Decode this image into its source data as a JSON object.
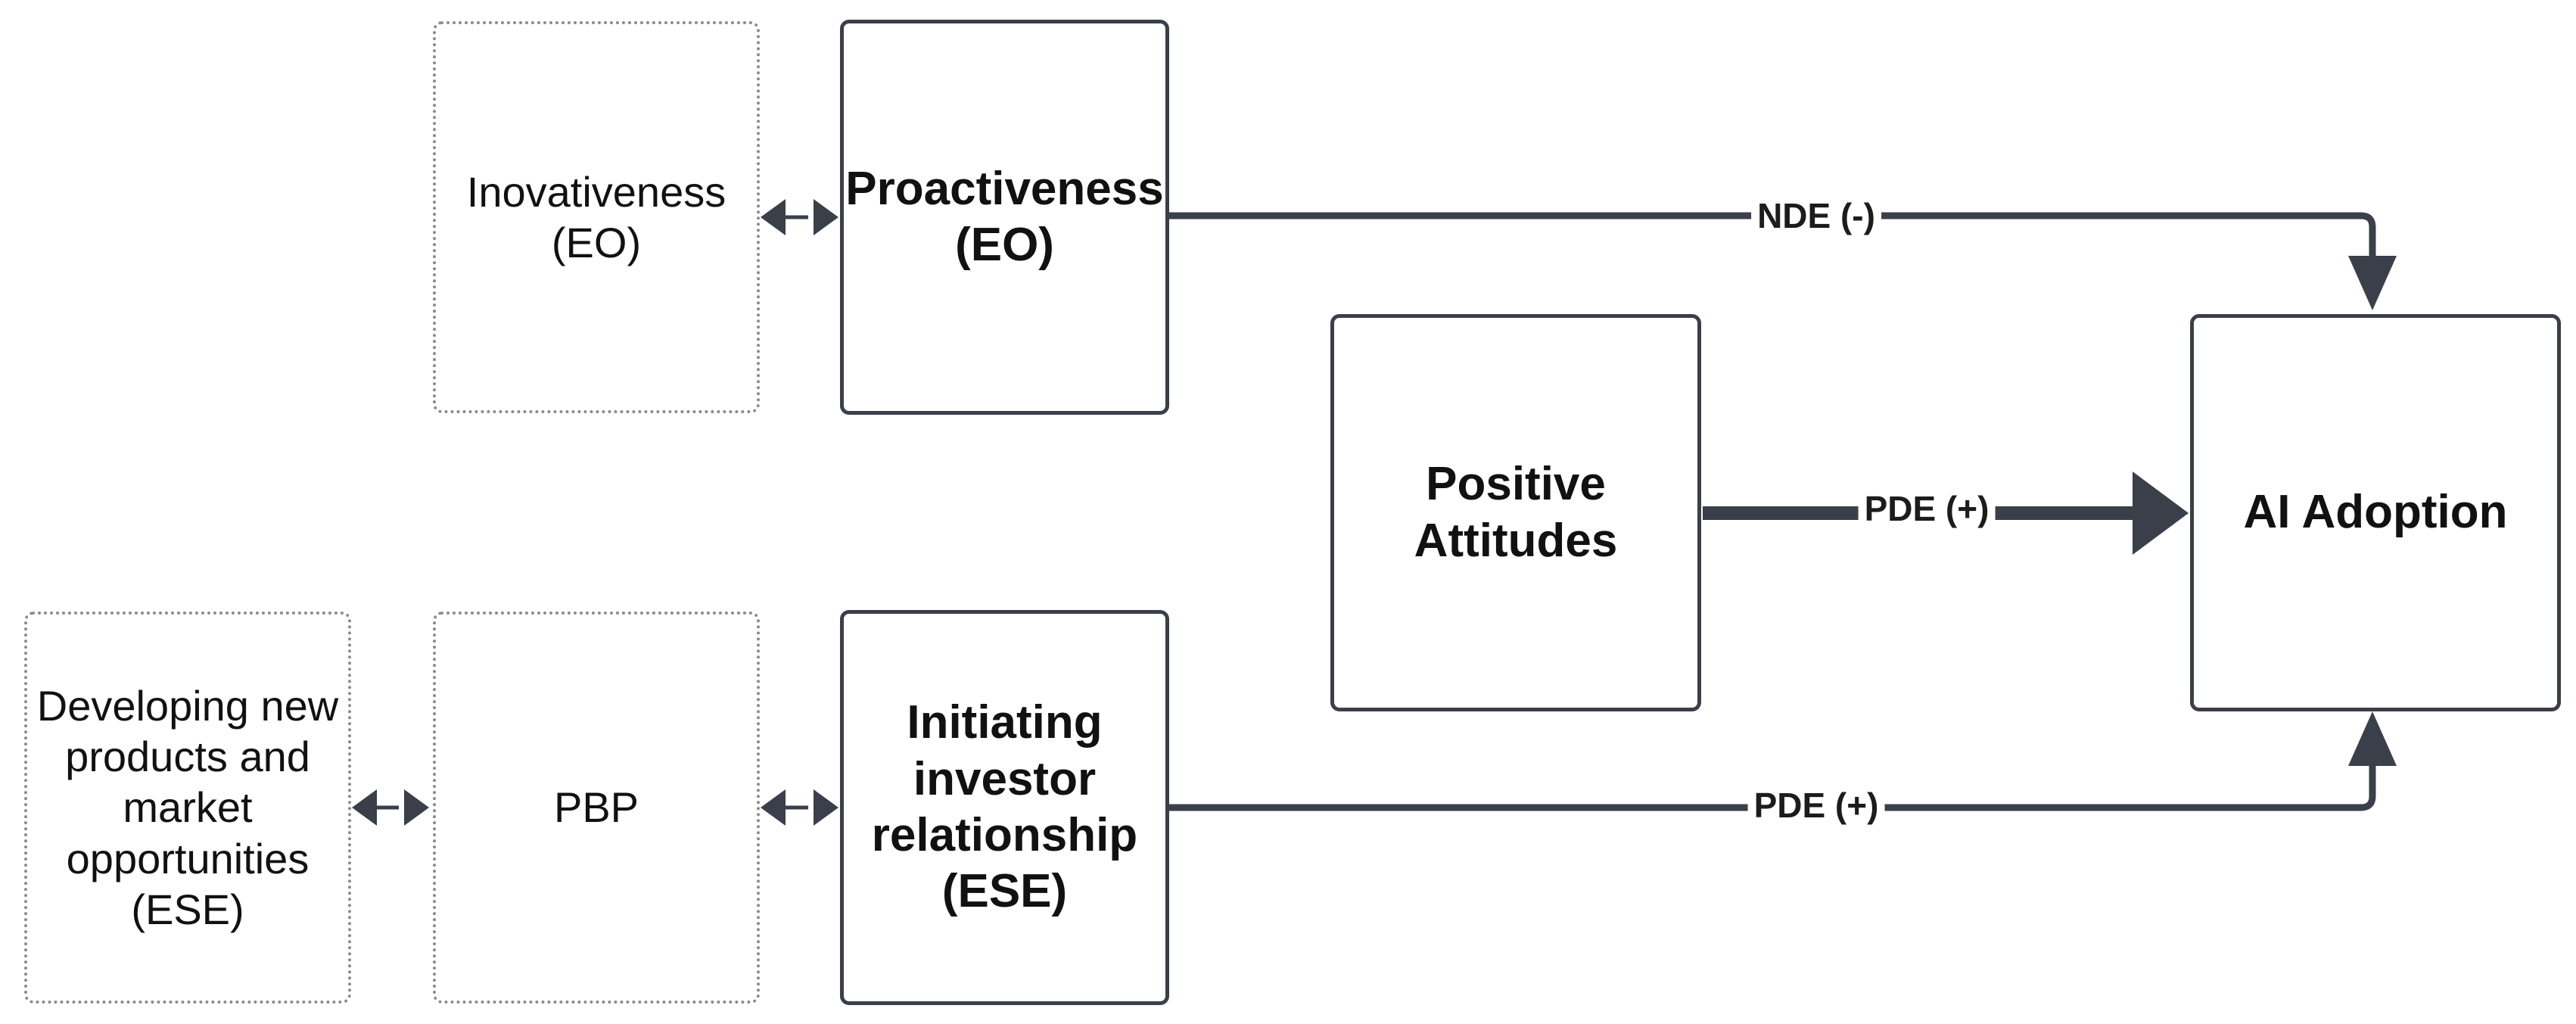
{
  "nodes": {
    "innovativeness": "Inovativeness\n(EO)",
    "proactiveness": "Proactiveness\n(EO)",
    "positive_attitudes": "Positive\nAttitudes",
    "ai_adoption": "AI Adoption",
    "developing_new_products": "Developing new\nproducts and\nmarket\nopportunities\n(ESE)",
    "pbp": "PBP",
    "initiating_investor": "Initiating\ninvestor\nrelationship\n(ESE)"
  },
  "edges": {
    "proactiveness_to_ai": "NDE (-)",
    "attitudes_to_ai": "PDE (+)",
    "investor_to_ai": "PDE (+)"
  },
  "colors": {
    "line": "#3b3f4a",
    "dotted_border": "#8b8b8b"
  }
}
